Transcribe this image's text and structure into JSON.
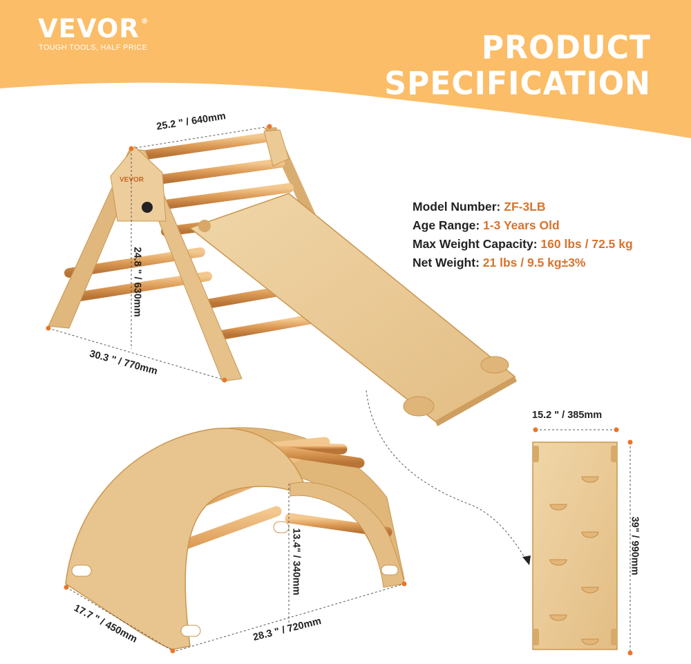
{
  "brand": {
    "logo": "VEVOR",
    "registered_mark": "®",
    "tagline": "TOUGH TOOLS, HALF PRICE"
  },
  "heading": {
    "line1": "PRODUCT",
    "line2": "SPECIFICATION"
  },
  "colors": {
    "banner": "#fbbd67",
    "accent": "#d9732c",
    "wood": "#e7c28c"
  },
  "specs": [
    {
      "label": "Model Number:",
      "value": "ZF-3LB"
    },
    {
      "label": "Age Range:",
      "value": "1-3 Years Old"
    },
    {
      "label": "Max Weight Capacity:",
      "value": "160 lbs / 72.5 kg"
    },
    {
      "label": "Net Weight:",
      "value": "21 lbs / 9.5 kg±3%"
    }
  ],
  "dimensions": {
    "triangle_width": "25.2 \" / 640mm",
    "triangle_height": "24.8 \" / 630mm",
    "triangle_depth": "30.3 \" / 770mm",
    "ramp_width": "15.2 \" / 385mm",
    "ramp_length": "39\" / 990mm",
    "arch_height": "13.4\" / 340mm",
    "arch_depth": "17.7 \" / 450mm",
    "arch_width": "28.3 \" / 720mm"
  },
  "product_marking": "VEVOR"
}
